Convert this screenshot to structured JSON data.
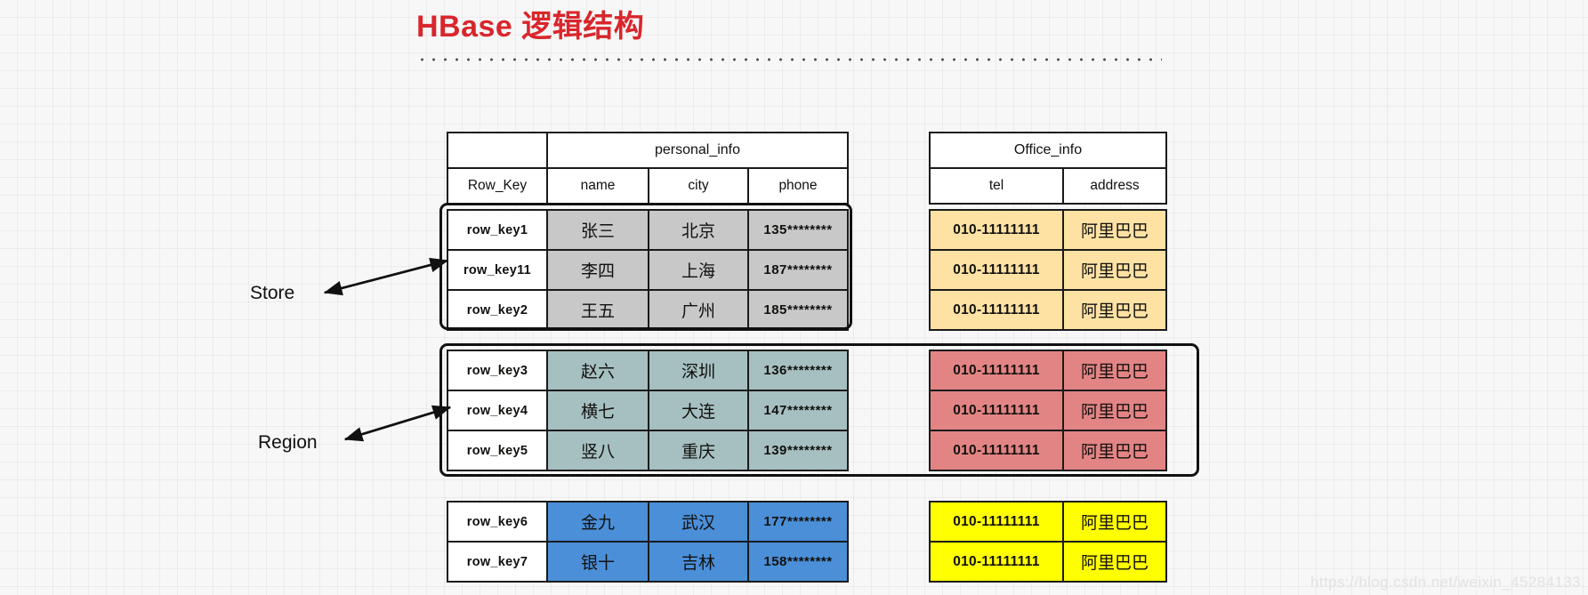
{
  "title": "HBase 逻辑结构",
  "watermark": "https://blog.csdn.net/weixin_45284133",
  "annotations": {
    "store": "Store",
    "region": "Region"
  },
  "left_table": {
    "family": "personal_info",
    "columns": [
      "Row_Key",
      "name",
      "city",
      "phone"
    ],
    "groups": [
      {
        "id": "store-group",
        "fill": "#c8c8c8",
        "rows": [
          {
            "row_key": "row_key1",
            "name": "张三",
            "city": "北京",
            "phone": "135********"
          },
          {
            "row_key": "row_key11",
            "name": "李四",
            "city": "上海",
            "phone": "187********"
          },
          {
            "row_key": "row_key2",
            "name": "王五",
            "city": "广州",
            "phone": "185********"
          }
        ]
      },
      {
        "id": "region-group",
        "fill": "#a6c0c1",
        "rows": [
          {
            "row_key": "row_key3",
            "name": "赵六",
            "city": "深圳",
            "phone": "136********"
          },
          {
            "row_key": "row_key4",
            "name": "横七",
            "city": "大连",
            "phone": "147********"
          },
          {
            "row_key": "row_key5",
            "name": "竖八",
            "city": "重庆",
            "phone": "139********"
          }
        ]
      },
      {
        "id": "blue-group",
        "fill": "#4a8fd8",
        "rows": [
          {
            "row_key": "row_key6",
            "name": "金九",
            "city": "武汉",
            "phone": "177********"
          },
          {
            "row_key": "row_key7",
            "name": "银十",
            "city": "吉林",
            "phone": "158********"
          }
        ]
      }
    ]
  },
  "right_table": {
    "family": "Office_info",
    "columns": [
      "tel",
      "address"
    ],
    "groups": [
      {
        "id": "office-group-1",
        "fill": "#fde2a4",
        "rows": [
          {
            "tel": "010-11111111",
            "address": "阿里巴巴"
          },
          {
            "tel": "010-11111111",
            "address": "阿里巴巴"
          },
          {
            "tel": "010-11111111",
            "address": "阿里巴巴"
          }
        ]
      },
      {
        "id": "office-group-2",
        "fill": "#e38484",
        "rows": [
          {
            "tel": "010-11111111",
            "address": "阿里巴巴"
          },
          {
            "tel": "010-11111111",
            "address": "阿里巴巴"
          },
          {
            "tel": "010-11111111",
            "address": "阿里巴巴"
          }
        ]
      },
      {
        "id": "office-group-3",
        "fill": "#ffff00",
        "rows": [
          {
            "tel": "010-11111111",
            "address": "阿里巴巴"
          },
          {
            "tel": "010-11111111",
            "address": "阿里巴巴"
          }
        ]
      }
    ]
  }
}
